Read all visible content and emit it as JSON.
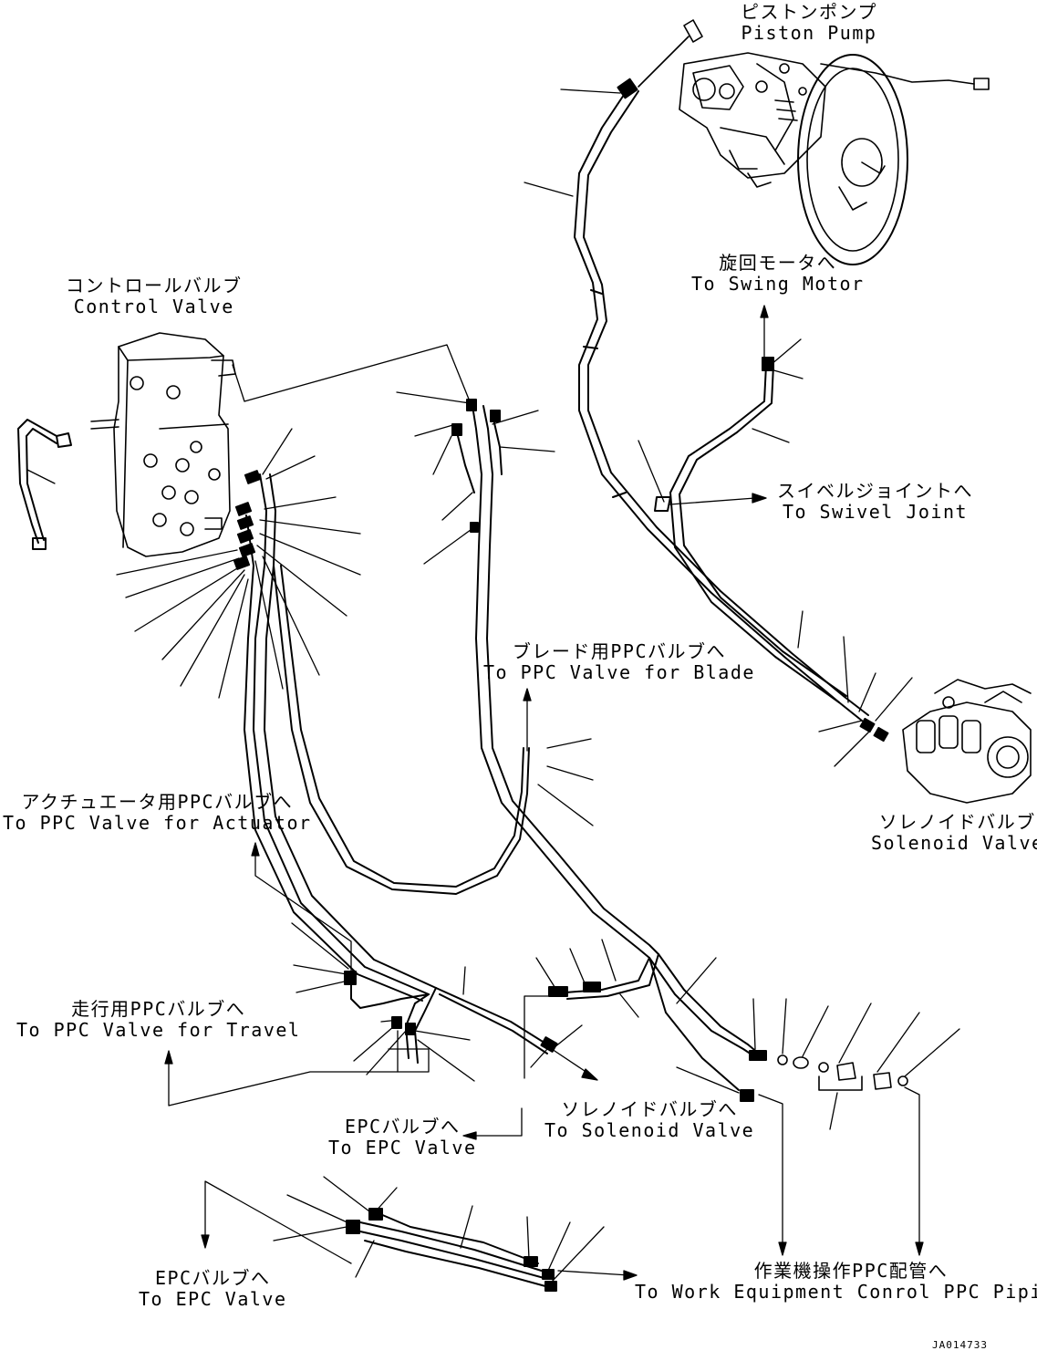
{
  "labels": {
    "piston_pump": {
      "jp": "ピストンポンプ",
      "en": "Piston Pump"
    },
    "control_valve": {
      "jp": "コントロールバルブ",
      "en": "Control Valve"
    },
    "swing_motor": {
      "jp": "旋回モータへ",
      "en": "To Swing Motor"
    },
    "swivel_joint": {
      "jp": "スイベルジョイントへ",
      "en": "To Swivel Joint"
    },
    "blade_ppc": {
      "jp": "ブレード用PPCバルブへ",
      "en": "To PPC Valve for Blade"
    },
    "solenoid_valve": {
      "jp": "ソレノイドバルブ",
      "en": "Solenoid Valve"
    },
    "actuator_ppc": {
      "jp": "アクチュエータ用PPCバルブへ",
      "en": "To PPC Valve for Actuator"
    },
    "travel_ppc": {
      "jp": "走行用PPCバルブへ",
      "en": "To PPC Valve for Travel"
    },
    "to_solenoid": {
      "jp": "ソレノイドバルブへ",
      "en": "To Solenoid Valve"
    },
    "epc_valve_1": {
      "jp": "EPCバルブへ",
      "en": "To EPC Valve"
    },
    "epc_valve_2": {
      "jp": "EPCバルブへ",
      "en": "To EPC Valve"
    },
    "work_equipment": {
      "jp": "作業機操作PPC配管へ",
      "en": "To Work Equipment Conrol PPC Piping"
    }
  },
  "drawing_code": "JA014733"
}
